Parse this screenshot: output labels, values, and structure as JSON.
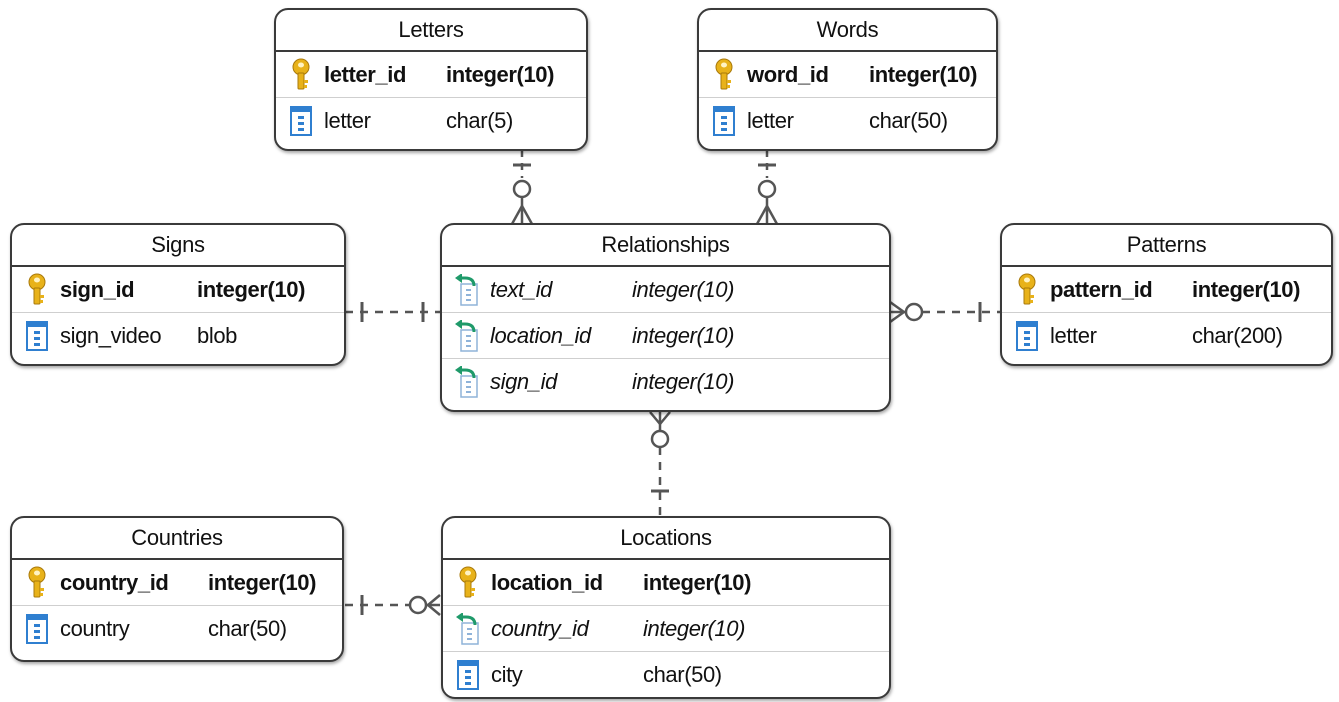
{
  "colors": {
    "border": "#3a3a3a",
    "key_icon": "#e8b21a",
    "column_icon": "#2f7fd0",
    "fk_arrow": "#1f9a6a",
    "connector": "#555555"
  },
  "entities": {
    "letters": {
      "title": "Letters",
      "rows": [
        {
          "icon": "primary-key-icon",
          "name": "letter_id",
          "type": "integer(10)"
        },
        {
          "icon": "column-icon",
          "name": "letter",
          "type": "char(5)"
        }
      ]
    },
    "words": {
      "title": "Words",
      "rows": [
        {
          "icon": "primary-key-icon",
          "name": "word_id",
          "type": "integer(10)"
        },
        {
          "icon": "column-icon",
          "name": "letter",
          "type": "char(50)"
        }
      ]
    },
    "signs": {
      "title": "Signs",
      "rows": [
        {
          "icon": "primary-key-icon",
          "name": "sign_id",
          "type": "integer(10)"
        },
        {
          "icon": "column-icon",
          "name": "sign_video",
          "type": "blob"
        }
      ]
    },
    "relationships": {
      "title": "Relationships",
      "rows": [
        {
          "icon": "foreign-key-icon",
          "name": "text_id",
          "type": "integer(10)"
        },
        {
          "icon": "foreign-key-icon",
          "name": "location_id",
          "type": "integer(10)"
        },
        {
          "icon": "foreign-key-icon",
          "name": "sign_id",
          "type": "integer(10)"
        }
      ]
    },
    "patterns": {
      "title": "Patterns",
      "rows": [
        {
          "icon": "primary-key-icon",
          "name": "pattern_id",
          "type": "integer(10)"
        },
        {
          "icon": "column-icon",
          "name": "letter",
          "type": "char(200)"
        }
      ]
    },
    "countries": {
      "title": "Countries",
      "rows": [
        {
          "icon": "primary-key-icon",
          "name": "country_id",
          "type": "integer(10)"
        },
        {
          "icon": "column-icon",
          "name": "country",
          "type": "char(50)"
        }
      ]
    },
    "locations": {
      "title": "Locations",
      "rows": [
        {
          "icon": "primary-key-icon",
          "name": "location_id",
          "type": "integer(10)"
        },
        {
          "icon": "foreign-key-icon",
          "name": "country_id",
          "type": "integer(10)"
        },
        {
          "icon": "column-icon",
          "name": "city",
          "type": "char(50)"
        }
      ]
    }
  },
  "relations": [
    {
      "from": "letters",
      "to": "relationships",
      "from_end": "one",
      "to_end": "zero-or-many"
    },
    {
      "from": "words",
      "to": "relationships",
      "from_end": "one",
      "to_end": "zero-or-many"
    },
    {
      "from": "signs",
      "to": "relationships",
      "from_end": "one",
      "to_end": "one"
    },
    {
      "from": "patterns",
      "to": "relationships",
      "from_end": "one",
      "to_end": "zero-or-many"
    },
    {
      "from": "locations",
      "to": "relationships",
      "from_end": "one",
      "to_end": "zero-or-many"
    },
    {
      "from": "countries",
      "to": "locations",
      "from_end": "one",
      "to_end": "zero-or-many"
    }
  ]
}
